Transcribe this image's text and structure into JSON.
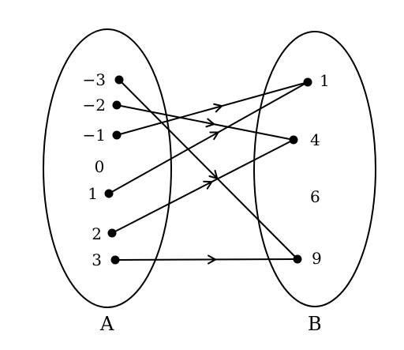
{
  "set_a": {
    "label": "A",
    "elements": [
      "−3",
      "−2",
      "−1",
      "0",
      "1",
      "2",
      "3"
    ]
  },
  "set_b": {
    "label": "B",
    "elements": [
      "1",
      "4",
      "6",
      "9"
    ]
  },
  "mappings": [
    {
      "from": "−3",
      "to": "9"
    },
    {
      "from": "−2",
      "to": "4"
    },
    {
      "from": "−1",
      "to": "1"
    },
    {
      "from": "1",
      "to": "1"
    },
    {
      "from": "2",
      "to": "4"
    },
    {
      "from": "3",
      "to": "9"
    }
  ]
}
